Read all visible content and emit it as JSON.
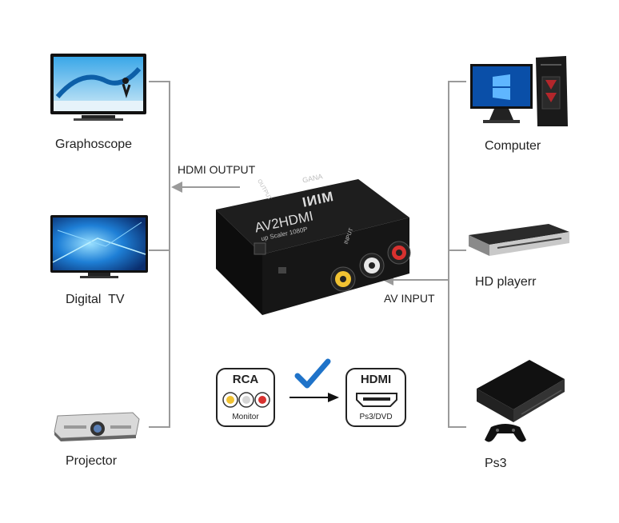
{
  "left_devices": {
    "graphoscope": {
      "label": "Graphoscope"
    },
    "digital_tv": {
      "label": "Digital  TV"
    },
    "projector": {
      "label": "Projector"
    }
  },
  "right_devices": {
    "computer": {
      "label": "Computer"
    },
    "hd_player": {
      "label": "HD playerr"
    },
    "ps3": {
      "label": "Ps3"
    }
  },
  "arrows": {
    "output_label": "HDMI OUTPUT",
    "input_label": "AV INPUT"
  },
  "adapter": {
    "brand": "GANA",
    "model": "MINI",
    "name": "AV2HDMI",
    "subtitle": "up Scaler 1080P",
    "output_port_label": "OUTPUT",
    "input_port_label": "INPUT"
  },
  "conversion": {
    "rca_title": "RCA",
    "rca_caption": "Monitor",
    "hdmi_title": "HDMI",
    "hdmi_caption": "Ps3/DVD"
  }
}
